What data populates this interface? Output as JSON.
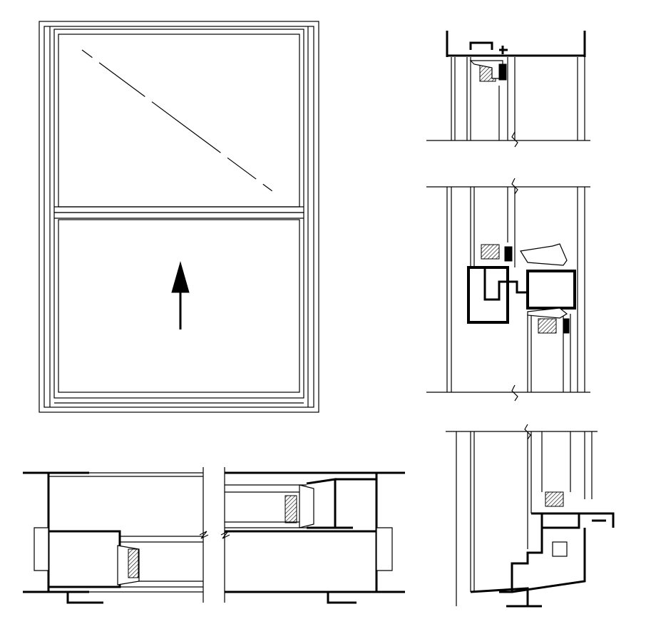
{
  "drawing": {
    "views": [
      "elevation",
      "head-section",
      "meeting-rail-section",
      "sill-section",
      "jamb-section"
    ],
    "operation_arrow": "arrow-up",
    "line_color": "#000000",
    "background": "#ffffff"
  }
}
